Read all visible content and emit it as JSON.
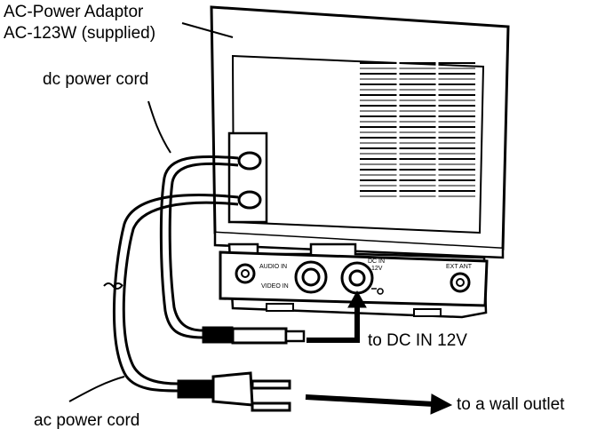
{
  "labels": {
    "adaptor_line1": "AC-Power Adaptor",
    "adaptor_line2": "AC-123W (supplied)",
    "dc_cord": "dc power cord",
    "ac_cord": "ac power cord",
    "to_dc_in": "to DC IN 12V",
    "to_wall": "to a wall outlet"
  },
  "panel": {
    "audio_in": "AUDIO IN",
    "video_in": "VIDEO IN",
    "dc_in": "DC IN",
    "dc_v": "12V",
    "ext_ant": "EXT ANT"
  }
}
